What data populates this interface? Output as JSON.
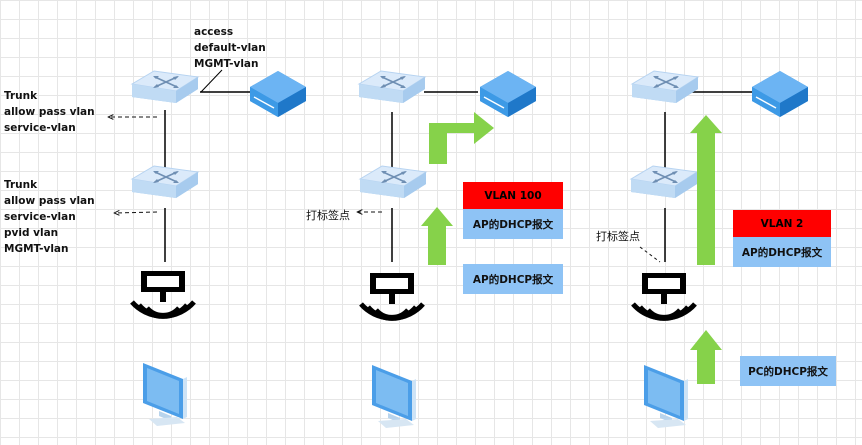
{
  "left_panel": {
    "access_lines": [
      "access",
      "default-vlan",
      "MGMT-vlan"
    ],
    "uplink_lines": [
      "Trunk",
      "allow pass vlan",
      "service-vlan"
    ],
    "downlink_lines": [
      "Trunk",
      "allow pass vlan",
      "service-vlan",
      "pvid vlan",
      "MGMT-vlan"
    ]
  },
  "middle_panel": {
    "mark_label": "打标签点",
    "vlan_tag": "VLAN 100",
    "packet_upper": "AP的DHCP报文",
    "packet_lower": "AP的DHCP报文"
  },
  "right_panel": {
    "mark_label": "打标签点",
    "vlan_tag": "VLAN 2",
    "ap_packet": "AP的DHCP报文",
    "pc_packet": "PC的DHCP报文"
  },
  "colors": {
    "switch_fill": "#cfe3f7",
    "server_fill": "#2f8fe0",
    "arrow_green": "#86d24a",
    "tag_red": "#ff0000",
    "tag_blue": "#8ec3f5"
  }
}
